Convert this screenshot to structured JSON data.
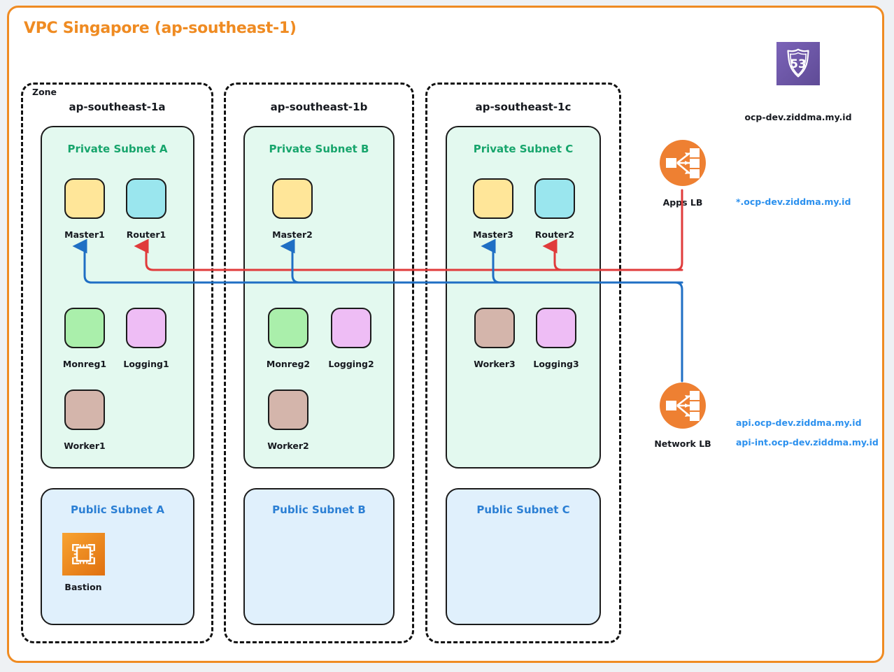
{
  "vpc": {
    "title": "VPC Singapore (ap-southeast-1)",
    "border_color": "#ef8b22"
  },
  "zone_caption": "Zone",
  "zones": [
    {
      "name": "ap-southeast-1a"
    },
    {
      "name": "ap-southeast-1b"
    },
    {
      "name": "ap-southeast-1c"
    }
  ],
  "private_subnets": [
    {
      "title": "Private Subnet A",
      "nodes": [
        {
          "label": "Master1",
          "color": "#ffe699",
          "icon": "master-node-icon"
        },
        {
          "label": "Router1",
          "color": "#9ae6ee",
          "icon": "router-node-icon"
        },
        {
          "label": "Monreg1",
          "color": "#aaefab",
          "icon": "monitoring-node-icon"
        },
        {
          "label": "Logging1",
          "color": "#eebdf5",
          "icon": "logging-node-icon"
        },
        {
          "label": "Worker1",
          "color": "#d4b5ab",
          "icon": "worker-node-icon"
        }
      ]
    },
    {
      "title": "Private Subnet B",
      "nodes": [
        {
          "label": "Master2",
          "color": "#ffe699",
          "icon": "master-node-icon"
        },
        {
          "label": "Monreg2",
          "color": "#aaefab",
          "icon": "monitoring-node-icon"
        },
        {
          "label": "Logging2",
          "color": "#eebdf5",
          "icon": "logging-node-icon"
        },
        {
          "label": "Worker2",
          "color": "#d4b5ab",
          "icon": "worker-node-icon"
        }
      ]
    },
    {
      "title": "Private Subnet C",
      "nodes": [
        {
          "label": "Master3",
          "color": "#ffe699",
          "icon": "master-node-icon"
        },
        {
          "label": "Router2",
          "color": "#9ae6ee",
          "icon": "router-node-icon"
        },
        {
          "label": "Worker3",
          "color": "#d4b5ab",
          "icon": "worker-node-icon"
        },
        {
          "label": "Logging3",
          "color": "#eebdf5",
          "icon": "logging-node-icon"
        }
      ]
    }
  ],
  "public_subnets": [
    {
      "title": "Public Subnet A",
      "nodes": [
        {
          "label": "Bastion",
          "icon": "ec2-instance-icon"
        }
      ]
    },
    {
      "title": "Public Subnet B",
      "nodes": []
    },
    {
      "title": "Public Subnet C",
      "nodes": []
    }
  ],
  "services": {
    "route53": {
      "icon": "route53-shield-icon",
      "badge": "53",
      "caption": "ocp-dev.ziddma.my.id",
      "color": "#6b56a8"
    },
    "apps_lb": {
      "icon": "load-balancer-icon",
      "caption": "Apps LB",
      "color": "#ee8032",
      "dns": [
        "*.ocp-dev.ziddma.my.id"
      ]
    },
    "network_lb": {
      "icon": "load-balancer-icon",
      "caption": "Network LB",
      "color": "#ee8032",
      "dns": [
        "api.ocp-dev.ziddma.my.id",
        "api-int.ocp-dev.ziddma.my.id"
      ]
    }
  },
  "connections": {
    "apps_lb_color": "#e03b3b",
    "network_lb_color": "#1f6fc4",
    "apps_lb_targets": [
      "Router1",
      "Router2"
    ],
    "network_lb_targets": [
      "Master1",
      "Master2",
      "Master3"
    ]
  }
}
